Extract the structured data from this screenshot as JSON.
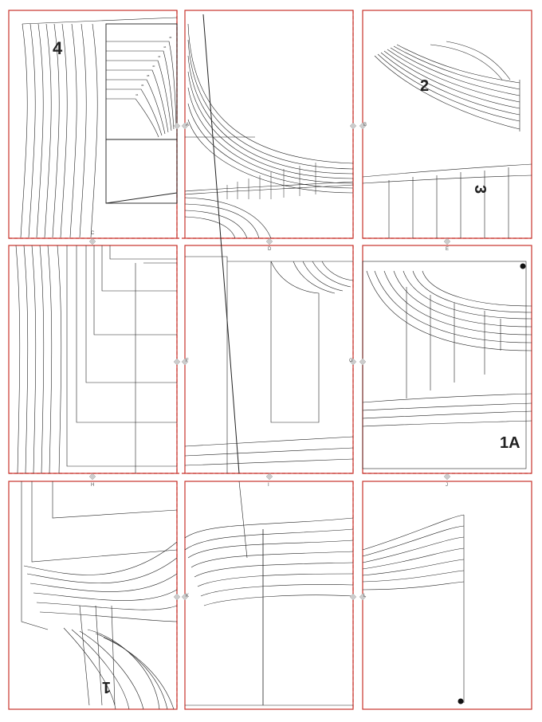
{
  "pieces": {
    "p4": "4",
    "p2": "2",
    "p3": "3",
    "p1a": "1A",
    "p1": "1"
  },
  "tile_letters": {
    "a": "A",
    "b": "B",
    "c": "C",
    "d": "D",
    "e": "E",
    "f": "F",
    "g": "G",
    "h": "H",
    "i": "I",
    "j": "J",
    "k": "K",
    "l": "L"
  },
  "colors": {
    "border": "#c8322b",
    "lines": "#222222",
    "marker": "#cccccc"
  }
}
